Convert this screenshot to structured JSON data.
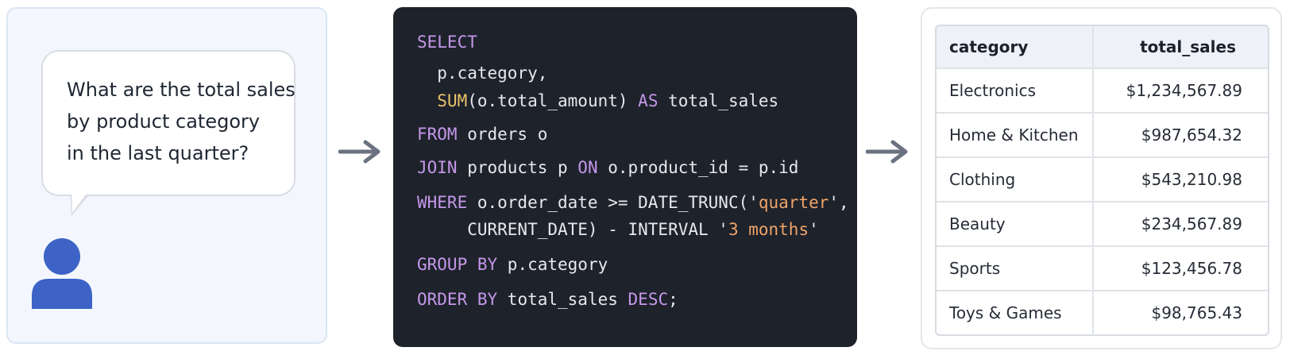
{
  "question": {
    "lines": [
      "What are the total sales",
      "by product category",
      "in the last quarter?"
    ]
  },
  "sql": {
    "lines": [
      [
        {
          "t": "SELECT",
          "k": "kw"
        }
      ],
      [
        {
          "t": "  p.category,",
          "k": ""
        }
      ],
      [
        {
          "t": "  ",
          "k": ""
        },
        {
          "t": "SUM",
          "k": "fn"
        },
        {
          "t": "(o.total_amount) ",
          "k": ""
        },
        {
          "t": "AS",
          "k": "kw"
        },
        {
          "t": " total_sales",
          "k": ""
        }
      ],
      [
        {
          "t": "FROM",
          "k": "kw"
        },
        {
          "t": " orders o",
          "k": ""
        }
      ],
      [
        {
          "t": "JOIN",
          "k": "kw"
        },
        {
          "t": " products p ",
          "k": ""
        },
        {
          "t": "ON",
          "k": "kw"
        },
        {
          "t": " o.product_id = p.id",
          "k": ""
        }
      ],
      [
        {
          "t": "WHERE",
          "k": "kw"
        },
        {
          "t": " o.order_date >= DATE_TRUNC('",
          "k": ""
        },
        {
          "t": "quarter",
          "k": "str"
        },
        {
          "t": "',",
          "k": ""
        }
      ],
      [
        {
          "t": "     CURRENT_DATE) - INTERVAL '",
          "k": ""
        },
        {
          "t": "3 months",
          "k": "str"
        },
        {
          "t": "'",
          "k": ""
        }
      ],
      [
        {
          "t": "GROUP BY",
          "k": "kw"
        },
        {
          "t": " p.category",
          "k": ""
        }
      ],
      [
        {
          "t": "ORDER BY",
          "k": "kw"
        },
        {
          "t": " total_sales ",
          "k": ""
        },
        {
          "t": "DESC",
          "k": "kw"
        },
        {
          "t": ";",
          "k": ""
        }
      ]
    ]
  },
  "result": {
    "columns": [
      "category",
      "total_sales"
    ],
    "rows": [
      [
        "Electronics",
        "$1,234,567.89"
      ],
      [
        "Home & Kitchen",
        "$987,654.32"
      ],
      [
        "Clothing",
        "$543,210.98"
      ],
      [
        "Beauty",
        "$234,567.89"
      ],
      [
        "Sports",
        "$123,456.78"
      ],
      [
        "Toys & Games",
        "$98,765.43"
      ]
    ]
  },
  "icons": {
    "user": "user-icon",
    "arrow": "arrow-right-icon"
  },
  "colors": {
    "keyword": "#c497e8",
    "function": "#e9c46a",
    "string": "#f0a46a",
    "code_bg": "#1e222b",
    "avatar": "#3d63c6",
    "arrow": "#6b7280"
  }
}
